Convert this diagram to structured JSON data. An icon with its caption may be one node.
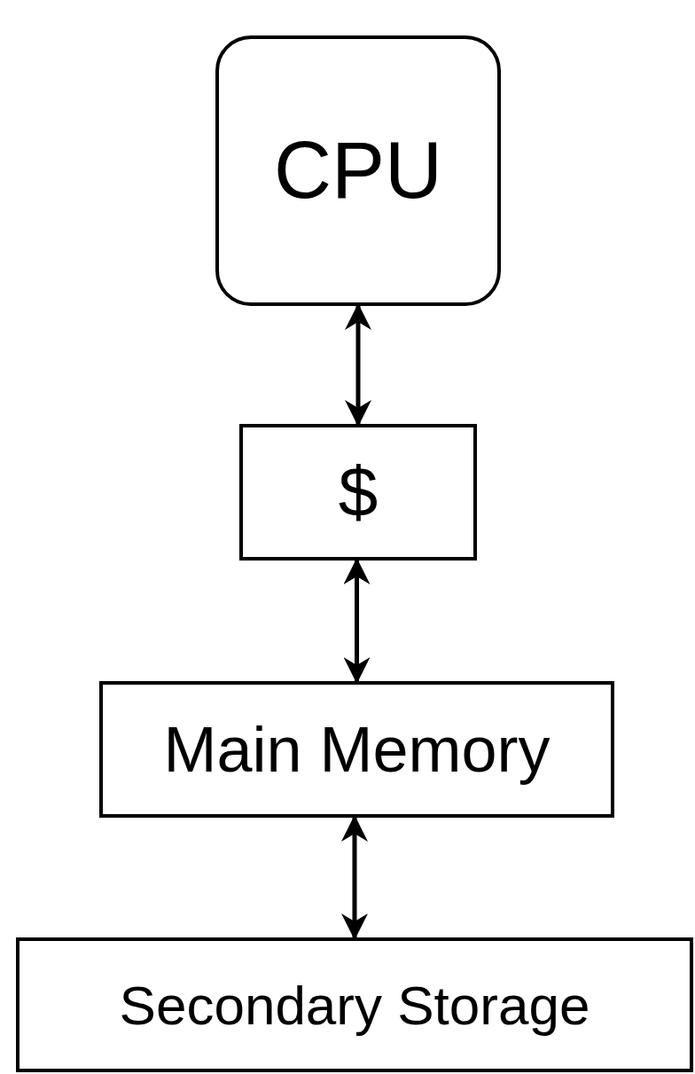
{
  "diagram": {
    "nodes": [
      {
        "text": [
          "CPU"
        ]
      },
      {
        "text": [
          "$"
        ]
      },
      {
        "text": [
          "Main Memory"
        ]
      },
      {
        "text": [
          "Secondary Storage"
        ]
      }
    ],
    "edges": [
      {
        "from": 0,
        "to": 1,
        "arrow": "both"
      },
      {
        "from": 1,
        "to": 2,
        "arrow": "both"
      },
      {
        "from": 2,
        "to": 3,
        "arrow": "both"
      }
    ]
  }
}
